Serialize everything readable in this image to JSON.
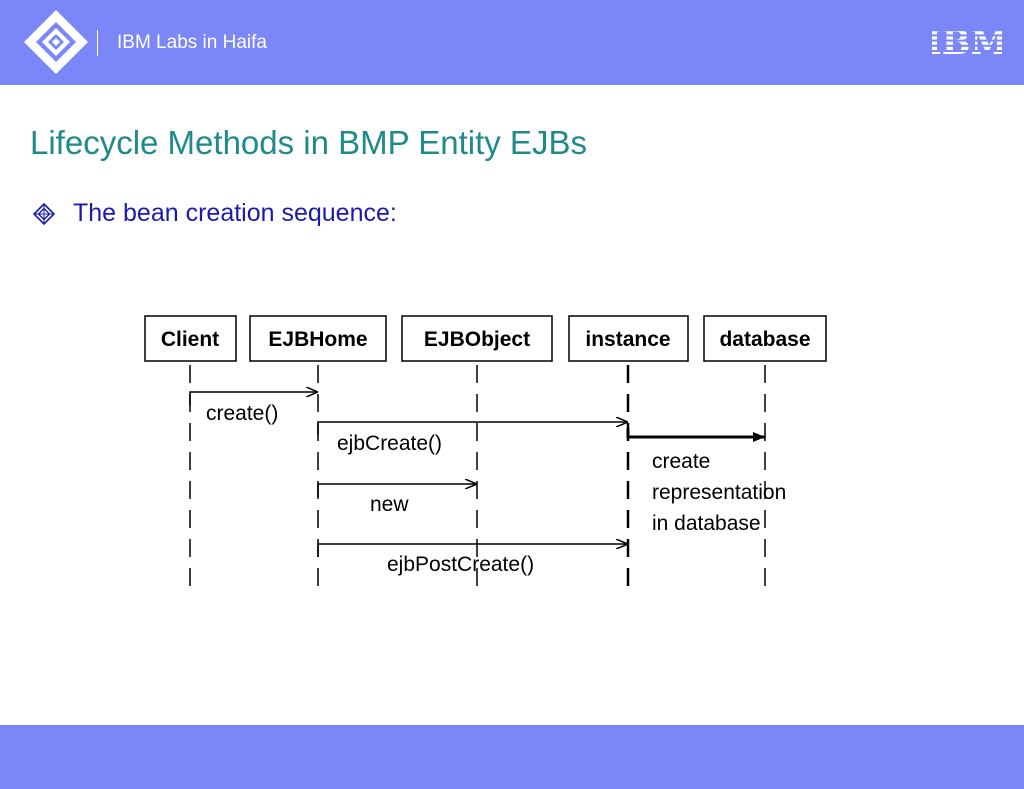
{
  "header": {
    "brand_text": "IBM Labs in Haifa",
    "logo_text": "IBM",
    "background": "#7b87f7"
  },
  "slide": {
    "title": "Lifecycle Methods in BMP Entity EJBs",
    "bullet_icon": "diamond-bullet-icon",
    "bullet_text": "The bean creation sequence:"
  },
  "diagram": {
    "lifelines": [
      "Client",
      "EJBHome",
      "EJBObject",
      "instance",
      "database"
    ],
    "messages": [
      "create()",
      "ejbCreate()",
      "new",
      "ejbPostCreate()"
    ],
    "note": [
      "create",
      "representation",
      "in database"
    ]
  },
  "colors": {
    "title": "#1f8a8a",
    "bullet": "#1a1ab0",
    "bar": "#7b87f7"
  }
}
